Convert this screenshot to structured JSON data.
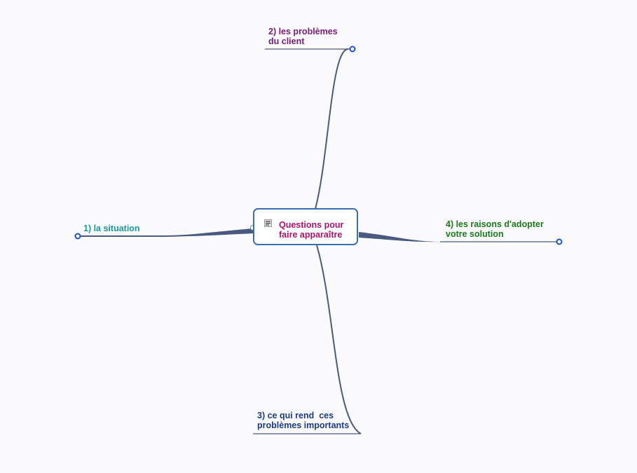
{
  "central": {
    "line1": "Questions pour",
    "line2": "faire apparaître",
    "color": "#b0106e",
    "border_color": "#3a6fb0",
    "icon": "note-icon"
  },
  "branches": [
    {
      "id": "situation",
      "line1": "1) la situation",
      "line2": "",
      "color": "#1a9a9a"
    },
    {
      "id": "problems",
      "line1": "2) les problèmes",
      "line2": "du client",
      "color": "#7a1a7a"
    },
    {
      "id": "importance",
      "line1": "3) ce qui rend  ces",
      "line2": "problèmes importants",
      "color": "#1a3a8a"
    },
    {
      "id": "reasons",
      "line1": "4) les raisons d'adopter",
      "line2": "votre solution",
      "color": "#1a7a1a"
    }
  ],
  "connector_color": "#4a5a7e",
  "knob_color": "#1f4fc9"
}
